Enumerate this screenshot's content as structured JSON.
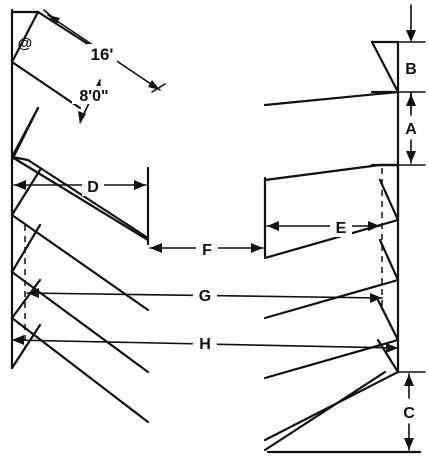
{
  "diagram": {
    "labels": {
      "angle_symbol": "@",
      "stall_length": "16'",
      "stall_width": "8'0\"",
      "A": "A",
      "B": "B",
      "C": "C",
      "D": "D",
      "E": "E",
      "F": "F",
      "G": "G",
      "H": "H"
    }
  }
}
